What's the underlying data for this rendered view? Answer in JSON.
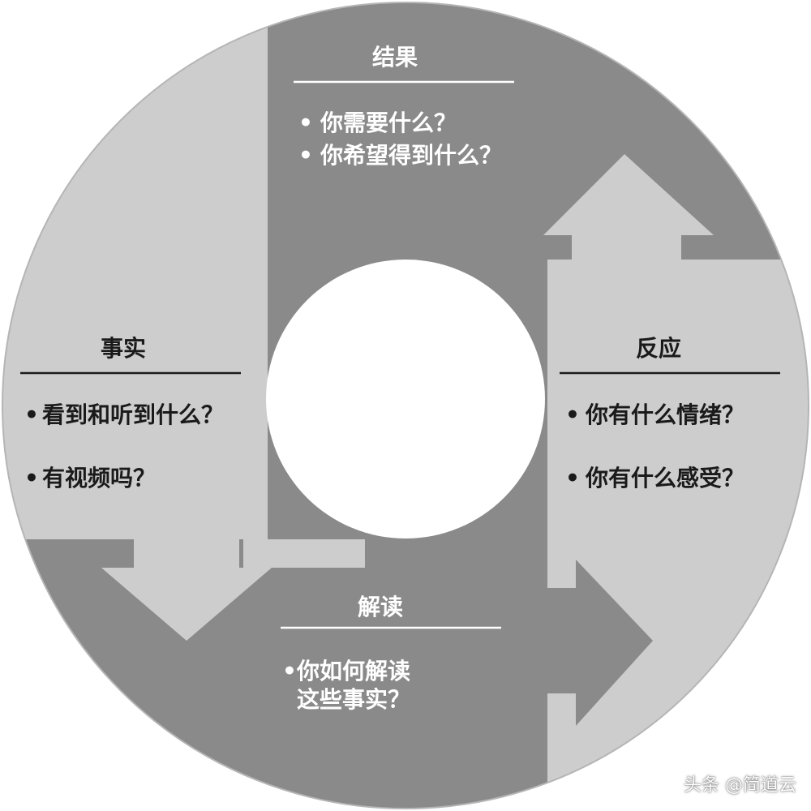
{
  "colors": {
    "dark": "#8a8a8a",
    "light": "#cdcdcd",
    "center": "#ffffff",
    "rule_dark": "#ffffff",
    "rule_light": "#1a1a1a"
  },
  "quadrants": {
    "result": {
      "title": "结果",
      "bullet": "•",
      "items": [
        "你需要什么？",
        "你希望得到什么？"
      ]
    },
    "reaction": {
      "title": "反应",
      "bullet": "•",
      "items": [
        "你有什么情绪？",
        "你有什么感受？"
      ]
    },
    "interpretation": {
      "title": "解读",
      "bullet": "•",
      "items": [
        "你如何解读",
        "这些事实？"
      ]
    },
    "facts": {
      "title": "事实",
      "bullet": "•",
      "items": [
        "看到和听到什么？",
        "有视频吗？"
      ]
    }
  },
  "watermark": "头条 @简道云"
}
